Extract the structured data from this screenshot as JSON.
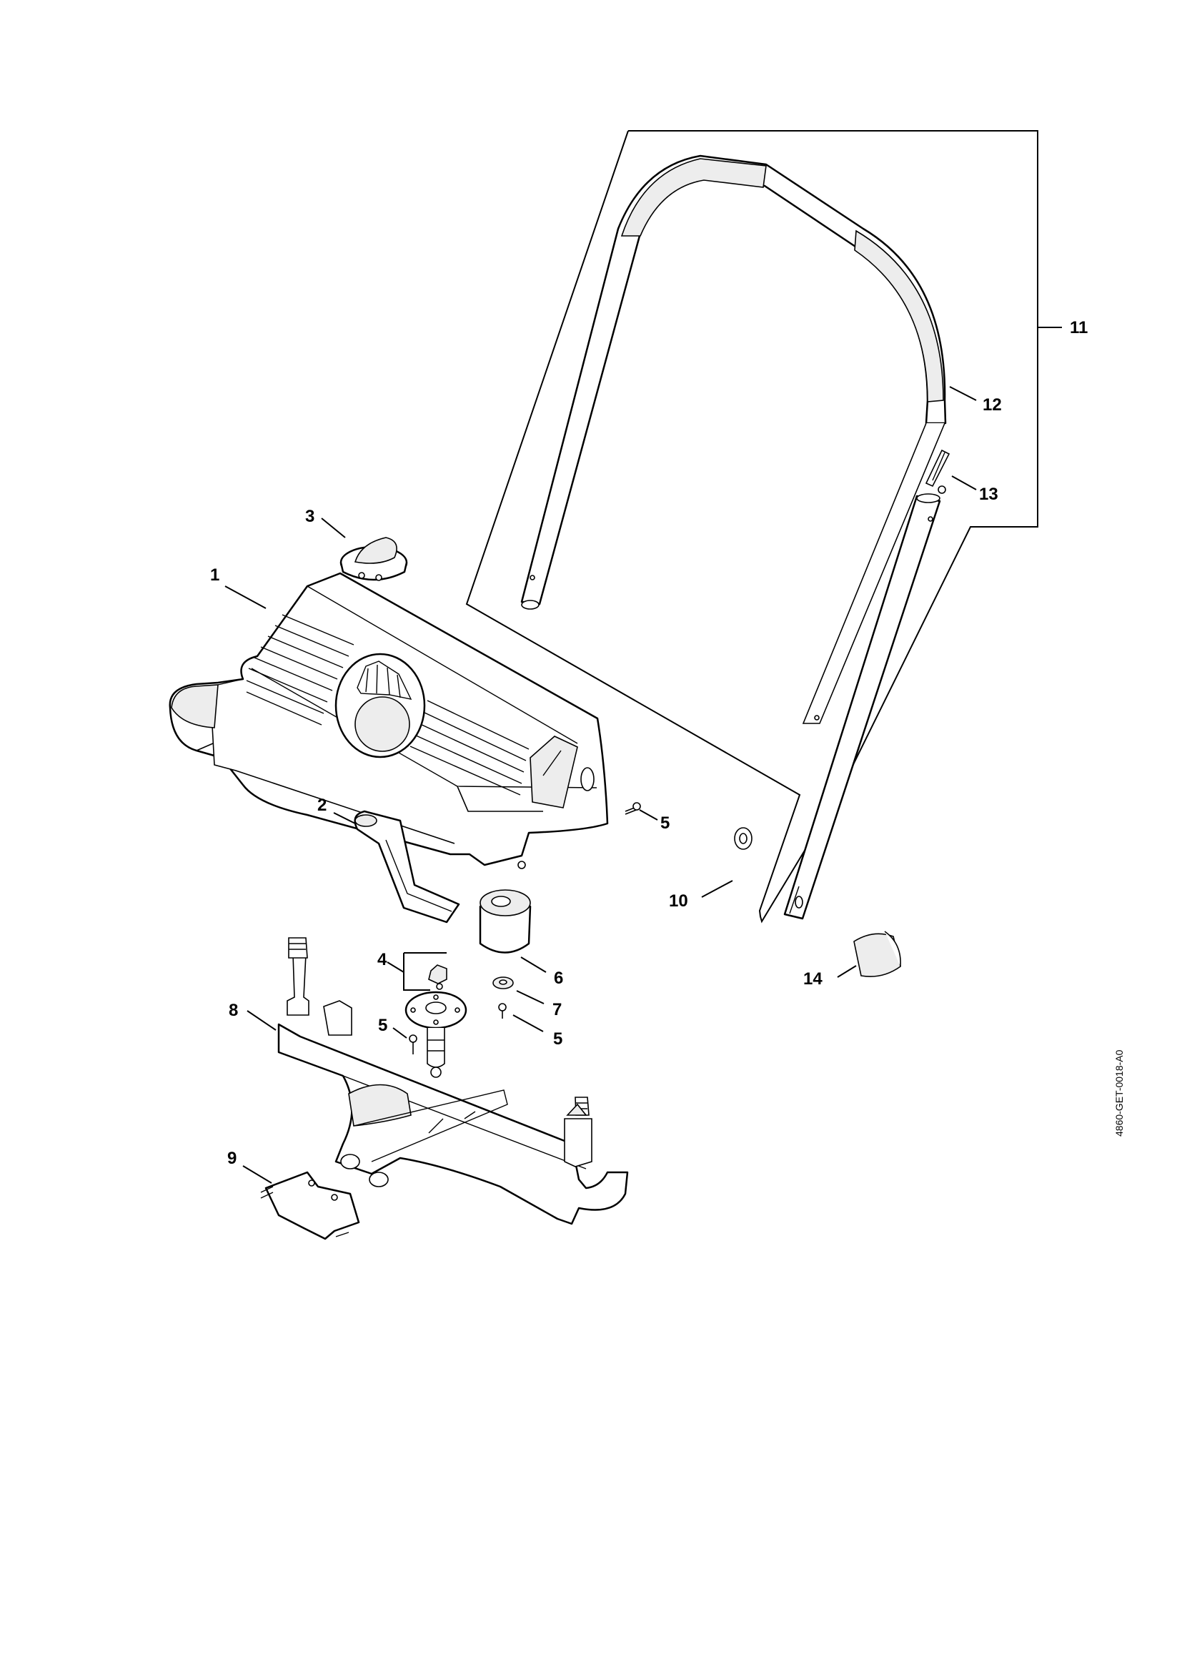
{
  "callouts": [
    {
      "id": "c1",
      "label": "1"
    },
    {
      "id": "c2",
      "label": "2"
    },
    {
      "id": "c3",
      "label": "3"
    },
    {
      "id": "c4",
      "label": "4"
    },
    {
      "id": "c5a",
      "label": "5"
    },
    {
      "id": "c5b",
      "label": "5"
    },
    {
      "id": "c5c",
      "label": "5"
    },
    {
      "id": "c6",
      "label": "6"
    },
    {
      "id": "c7",
      "label": "7"
    },
    {
      "id": "c8",
      "label": "8"
    },
    {
      "id": "c9",
      "label": "9"
    },
    {
      "id": "c10",
      "label": "10"
    },
    {
      "id": "c11",
      "label": "11"
    },
    {
      "id": "c12",
      "label": "12"
    },
    {
      "id": "c13",
      "label": "13"
    },
    {
      "id": "c14",
      "label": "14"
    }
  ],
  "doc_ref": "4860-GET-0018-A0"
}
